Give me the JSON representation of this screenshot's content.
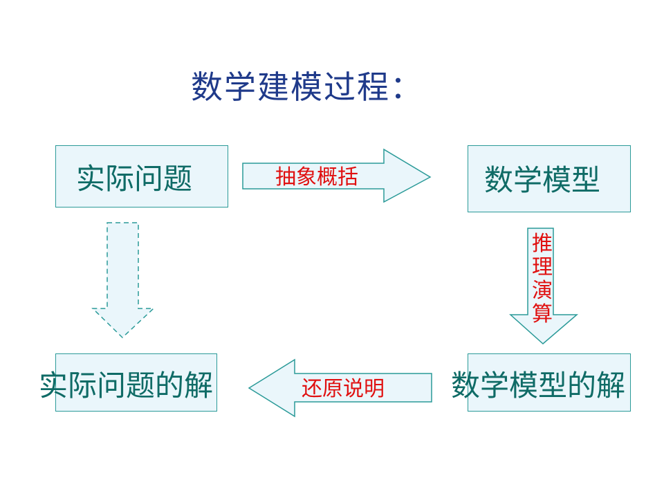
{
  "title": "数学建模过程：",
  "nodes": {
    "real_problem": "实际问题",
    "math_model": "数学模型",
    "real_solution": "实际问题的解",
    "model_solution": "数学模型的解"
  },
  "edges": {
    "abstraction": "抽象概括",
    "reasoning": "推理演算",
    "interpretation": "还原说明"
  },
  "colors": {
    "title": "#1f3a8a",
    "node_text": "#0f6b66",
    "node_fill": "#eaf6fb",
    "node_border": "#2a9a98",
    "edge_text": "#e01010"
  }
}
